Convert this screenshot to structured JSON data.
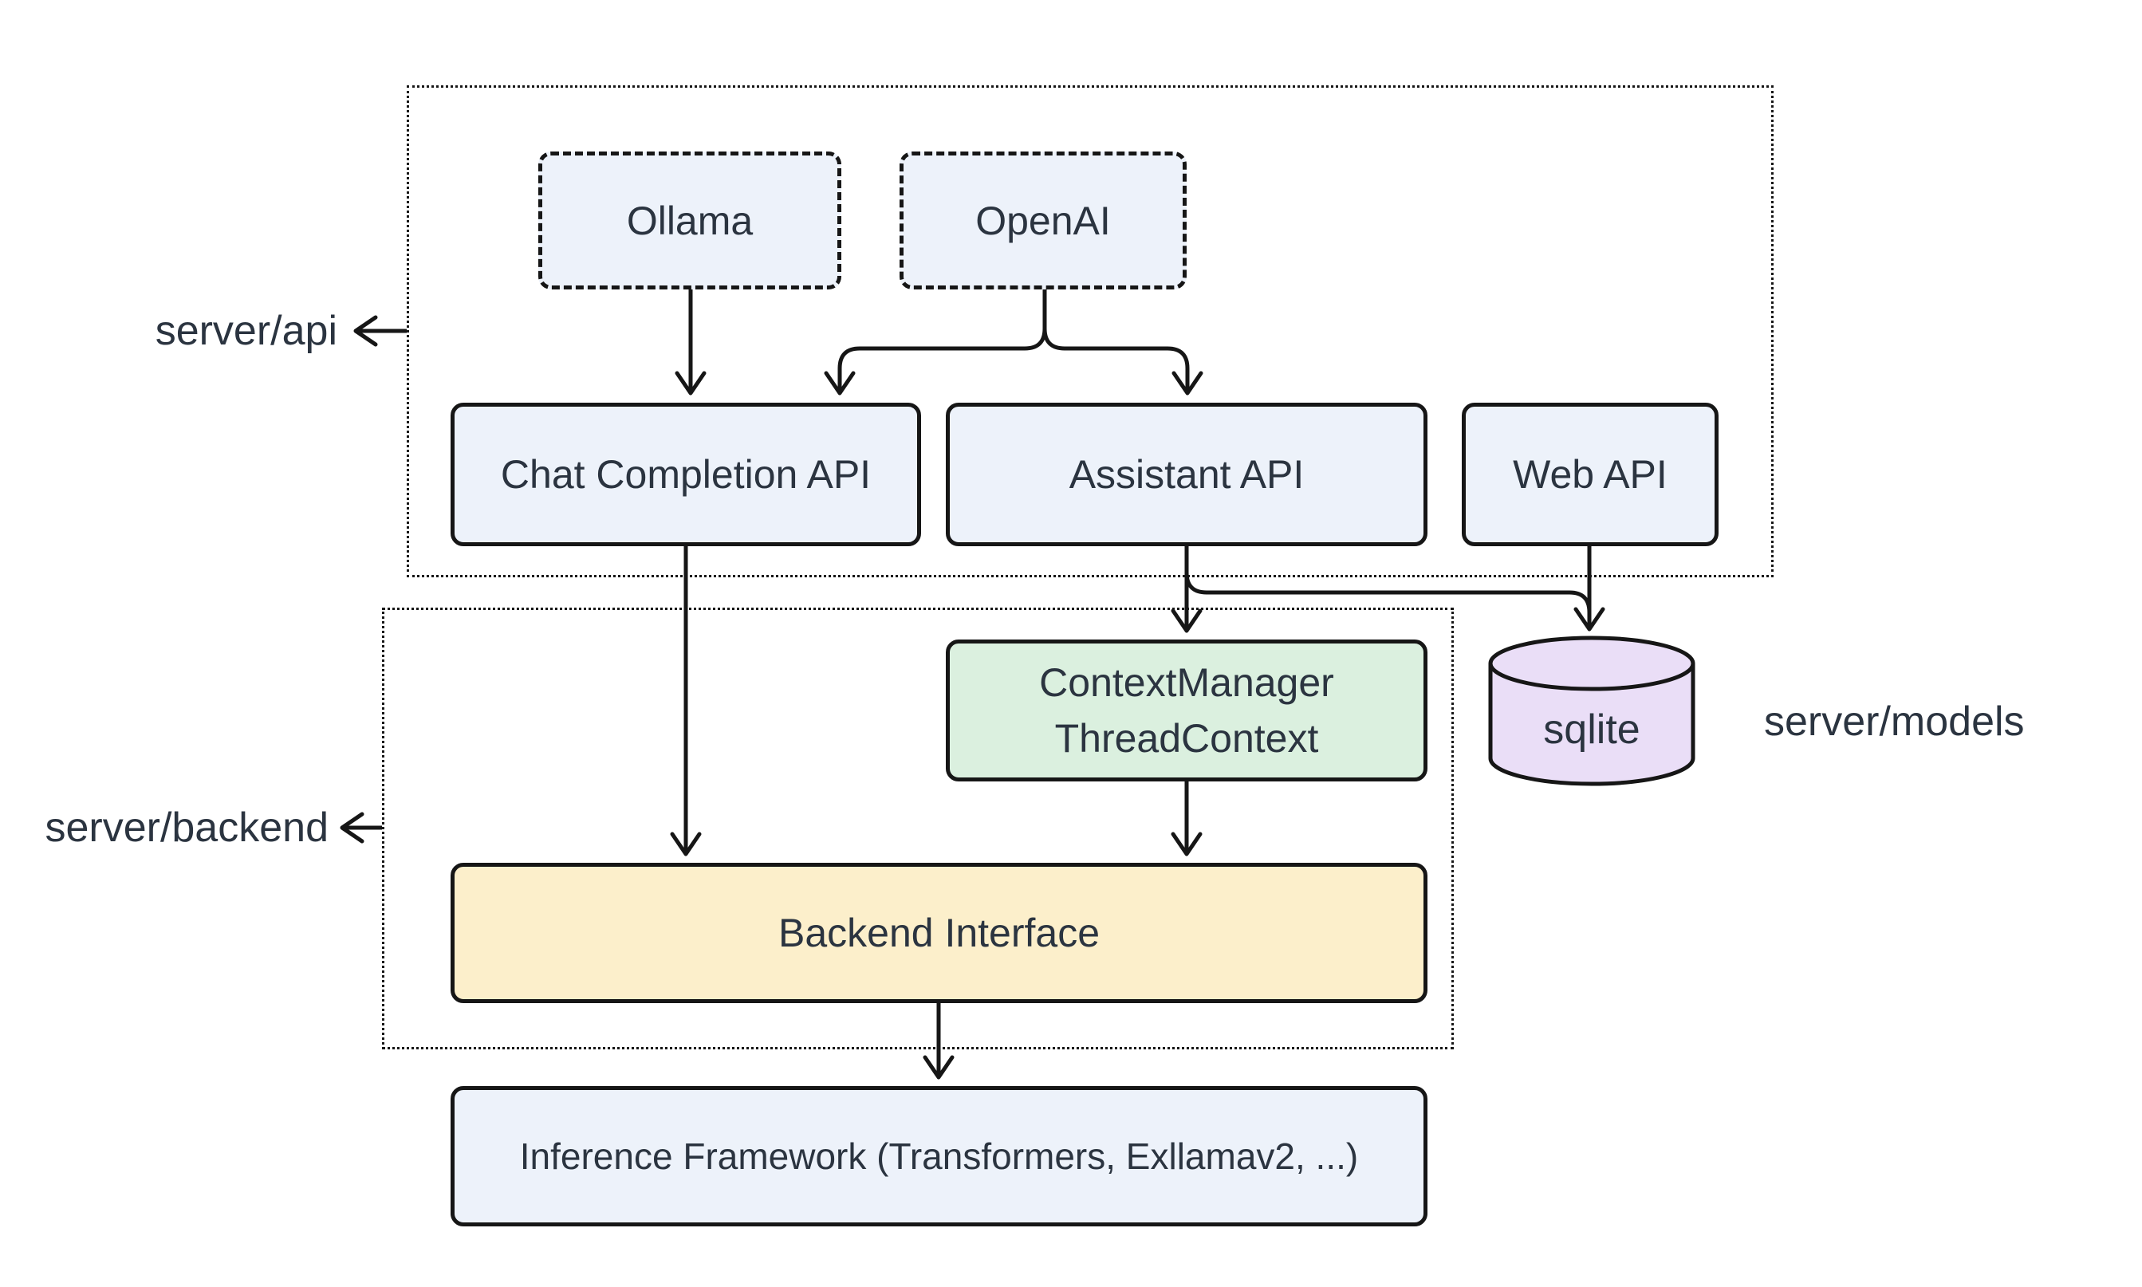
{
  "diagram": {
    "type": "architecture-flowchart",
    "background": "#ffffff",
    "colors": {
      "node_blue": "#edf2fa",
      "node_green": "#dbf0df",
      "node_yellow": "#fcefcb",
      "node_purple": "#eadef7",
      "line": "#161616",
      "text": "#2b3440"
    },
    "containers": {
      "server_api": {
        "label": "server/api"
      },
      "server_backend": {
        "label": "server/backend"
      }
    },
    "external_labels": {
      "server_api": "server/api",
      "server_backend": "server/backend",
      "server_models": "server/models"
    },
    "nodes": {
      "ollama": {
        "label": "Ollama",
        "style": "dashed-blue"
      },
      "openai": {
        "label": "OpenAI",
        "style": "dashed-blue"
      },
      "chat_completion_api": {
        "label": "Chat Completion API",
        "style": "blue"
      },
      "assistant_api": {
        "label": "Assistant API",
        "style": "blue"
      },
      "web_api": {
        "label": "Web API",
        "style": "blue"
      },
      "context_manager": {
        "line1": "ContextManager",
        "line2": "ThreadContext",
        "style": "green"
      },
      "backend_interface": {
        "label": "Backend Interface",
        "style": "yellow"
      },
      "inference_framework": {
        "label": "Inference Framework (Transformers, Exllamav2, ...)",
        "style": "blue"
      },
      "sqlite": {
        "label": "sqlite",
        "shape": "cylinder",
        "style": "purple"
      }
    },
    "edges": [
      {
        "from": "ollama",
        "to": "chat_completion_api"
      },
      {
        "from": "openai",
        "to": "chat_completion_api"
      },
      {
        "from": "openai",
        "to": "assistant_api"
      },
      {
        "from": "chat_completion_api",
        "to": "backend_interface"
      },
      {
        "from": "assistant_api",
        "to": "context_manager"
      },
      {
        "from": "assistant_api",
        "to": "sqlite"
      },
      {
        "from": "web_api",
        "to": "sqlite"
      },
      {
        "from": "context_manager",
        "to": "backend_interface"
      },
      {
        "from": "backend_interface",
        "to": "inference_framework"
      }
    ]
  }
}
